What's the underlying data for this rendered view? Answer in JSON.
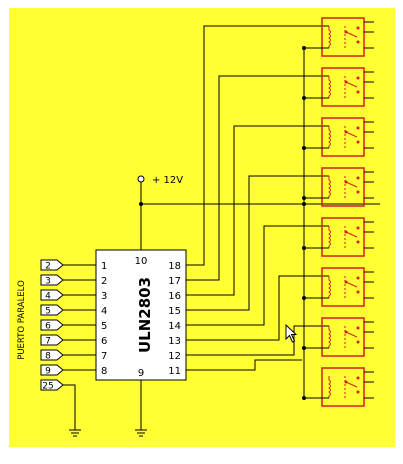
{
  "colors": {
    "background": "#ffff33",
    "chip_fill": "#ffffff",
    "relay_outline": "#d21f1f",
    "wire": "#000000"
  },
  "chip": {
    "name": "ULN2803",
    "left_pins": [
      "1",
      "2",
      "3",
      "4",
      "5",
      "6",
      "7",
      "8"
    ],
    "right_pins": [
      "18",
      "17",
      "16",
      "15",
      "14",
      "13",
      "12",
      "11"
    ],
    "top_pin": "10",
    "bottom_pin": "9"
  },
  "supply": {
    "label": "+ 12V"
  },
  "port": {
    "label": "PUERTO PARALELO",
    "data_pins": [
      "2",
      "3",
      "4",
      "5",
      "6",
      "7",
      "8",
      "9"
    ],
    "ground_pin": "25"
  },
  "relays": {
    "count": 8
  },
  "icons": {
    "cursor": "mouse-pointer-icon",
    "ground": "ground-icon",
    "relay_coil": "coil-icon",
    "relay_contact": "switch-contact-icon"
  }
}
